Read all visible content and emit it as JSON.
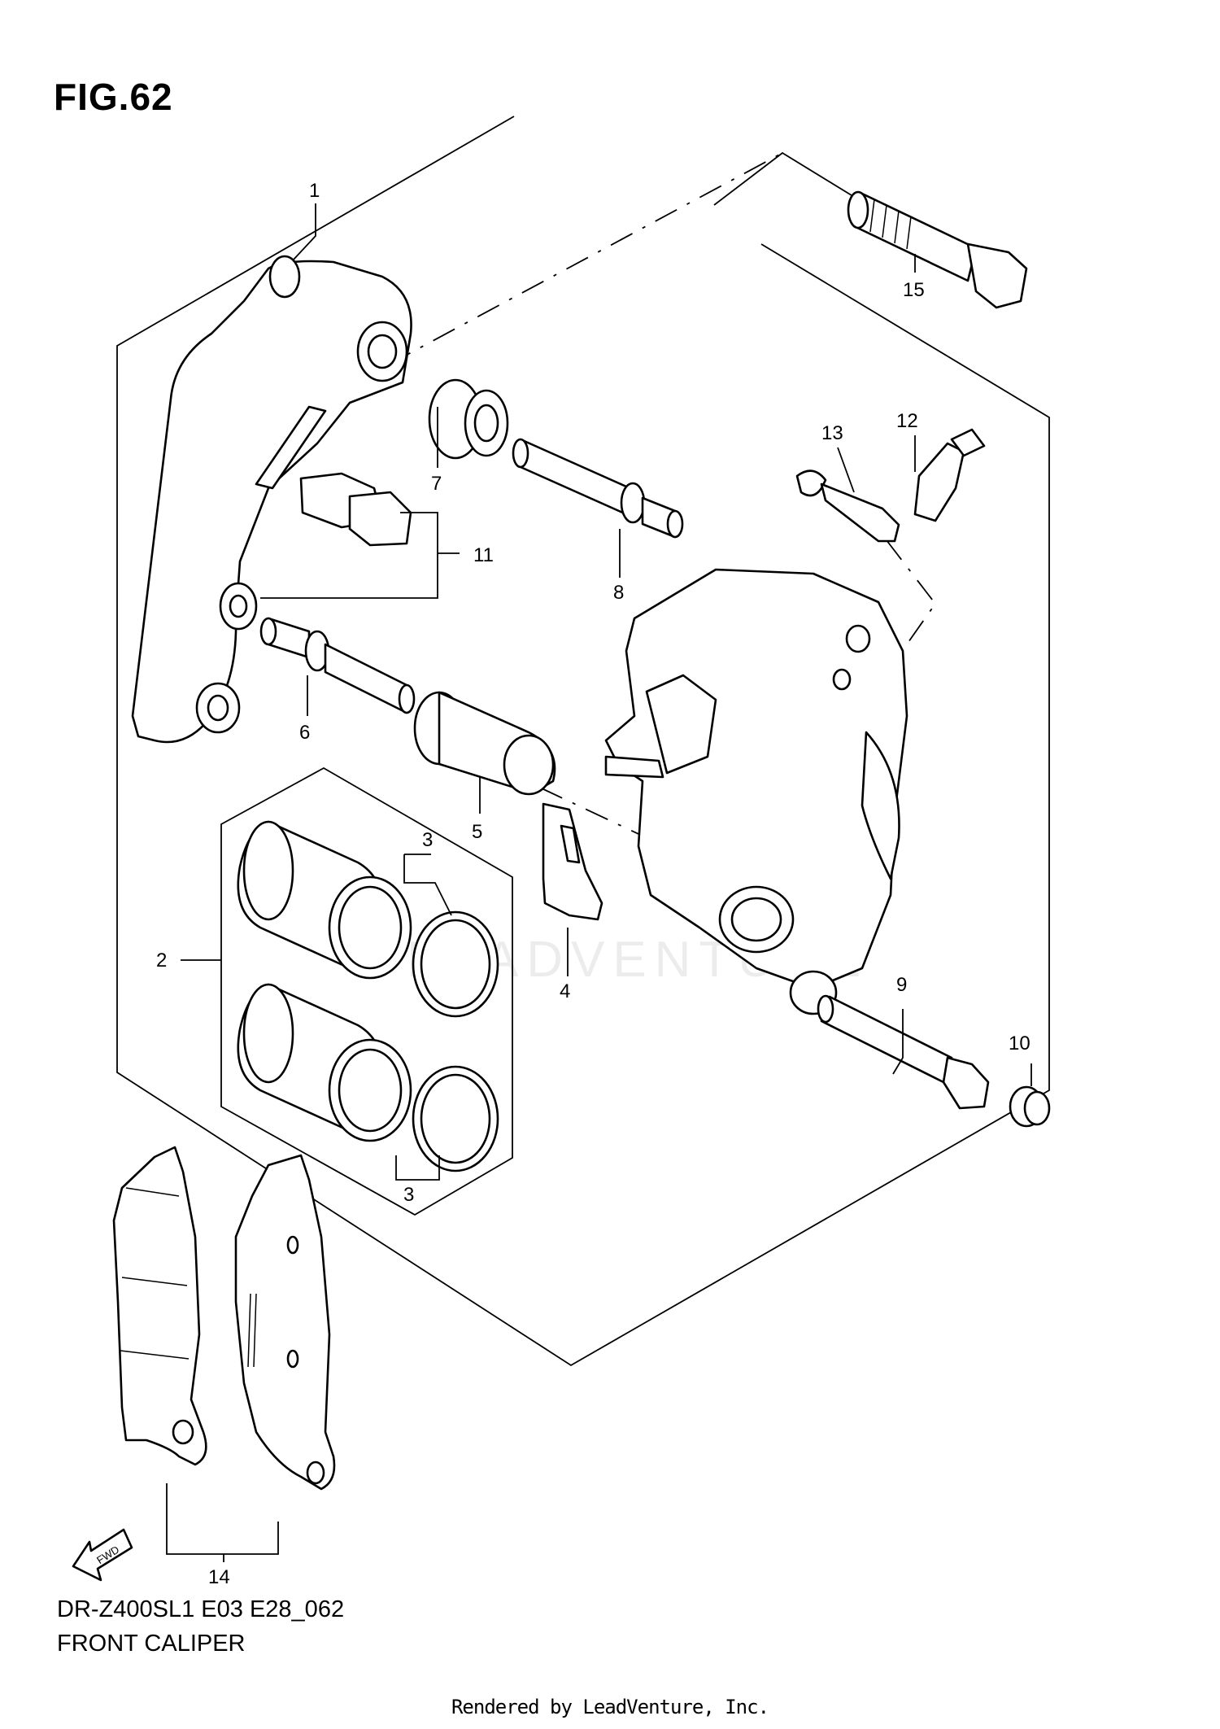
{
  "figure": {
    "title": "FIG.62"
  },
  "callouts": [
    "1",
    "2",
    "3",
    "3",
    "4",
    "5",
    "6",
    "7",
    "8",
    "9",
    "10",
    "11",
    "12",
    "13",
    "14",
    "15"
  ],
  "footer": {
    "model_code": "DR-Z400SL1 E03 E28_062",
    "diagram_name": "FRONT CALIPER",
    "credit": "Rendered by LeadVenture, Inc."
  },
  "watermark": "LEADVENTURE",
  "fwd_label": "FWD"
}
